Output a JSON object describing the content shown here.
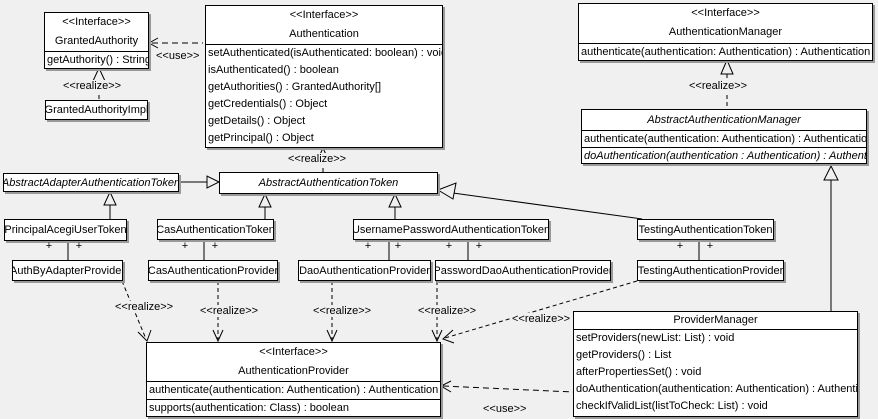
{
  "labels": {
    "use": "<<use>>",
    "realize": "<<realize>>",
    "plus": "+"
  },
  "colors": {
    "background": "#f0f0f0",
    "box_fill": "#ffffff",
    "line": "#000000",
    "shadow": "#999999"
  },
  "classes": {
    "granted_authority": {
      "stereotype": "<<Interface>>",
      "name": "GrantedAuthority",
      "methods": [
        "getAuthority() : String"
      ]
    },
    "granted_authority_impl": {
      "name": "GrantedAuthorityImpl"
    },
    "authentication": {
      "stereotype": "<<Interface>>",
      "name": "Authentication",
      "methods": [
        "setAuthenticated(isAuthenticated: boolean) : void",
        "isAuthenticated() : boolean",
        "getAuthorities() : GrantedAuthority[]",
        "getCredentials() : Object",
        "getDetails() : Object",
        "getPrincipal() : Object"
      ]
    },
    "authentication_manager": {
      "stereotype": "<<Interface>>",
      "name": "AuthenticationManager",
      "methods": [
        "authenticate(authentication: Authentication) : Authentication"
      ]
    },
    "abstract_authentication_manager": {
      "name": "AbstractAuthenticationManager",
      "methods": [
        "authenticate(authentication: Authentication) : Authentication",
        "doAuthentication(authentication : Authentication) : Authentication"
      ]
    },
    "abstract_adapter_authentication_token": {
      "name": "AbstractAdapterAuthenticationToken"
    },
    "abstract_authentication_token": {
      "name": "AbstractAuthenticationToken"
    },
    "principal_acegi_user_token": {
      "name": "PrincipalAcegiUserToken"
    },
    "cas_authentication_token": {
      "name": "CasAuthenticationToken"
    },
    "username_password_authentication_token": {
      "name": "UsernamePasswordAuthenticationToken"
    },
    "testing_authentication_token": {
      "name": "TestingAuthenticationToken"
    },
    "auth_by_adapter_provider": {
      "name": "AuthByAdapterProvider"
    },
    "cas_authentication_provider": {
      "name": "CasAuthenticationProvider"
    },
    "dao_authentication_provider": {
      "name": "DaoAuthenticationProvider"
    },
    "password_dao_authentication_provider": {
      "name": "PasswordDaoAuthenticationProvider"
    },
    "testing_authentication_provider": {
      "name": "TestingAuthenticationProvider"
    },
    "authentication_provider": {
      "stereotype": "<<Interface>>",
      "name": "AuthenticationProvider",
      "methods": [
        "authenticate(authentication: Authentication) : Authentication",
        "supports(authentication: Class) : boolean"
      ]
    },
    "provider_manager": {
      "name": "ProviderManager",
      "methods": [
        "setProviders(newList: List) : void",
        "getProviders() : List",
        "afterPropertiesSet() : void",
        "doAuthentication(authentication: Authentication) : Authentication",
        "checkIfValidList(listToCheck: List) : void"
      ]
    }
  }
}
